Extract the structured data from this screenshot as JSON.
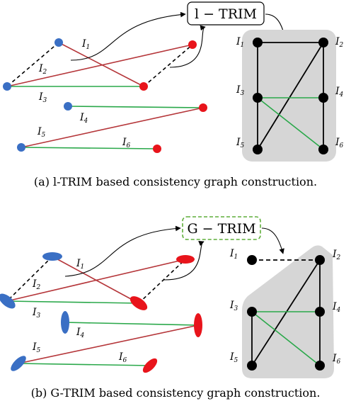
{
  "panel_a": {
    "box_label": "l − TRIM",
    "caption": "(a)  l-TRIM based consistency graph construction.",
    "correspondences": [
      {
        "name": "I1",
        "sub": "1",
        "src": [
          83,
          60
        ],
        "dst": [
          203,
          122
        ],
        "match": "red"
      },
      {
        "name": "I2",
        "sub": "2",
        "src": [
          10,
          122
        ],
        "dst": [
          272,
          63
        ],
        "match": "red"
      },
      {
        "name": "I3",
        "sub": "3",
        "src": [
          10,
          122
        ],
        "dst": [
          203,
          122
        ],
        "match": "green"
      },
      {
        "name": "I4",
        "sub": "4",
        "src": [
          96,
          150
        ],
        "dst": [
          287,
          152
        ],
        "match": "green"
      },
      {
        "name": "I5",
        "sub": "5",
        "src": [
          30,
          208
        ],
        "dst": [
          287,
          152
        ],
        "match": "red"
      },
      {
        "name": "I6",
        "sub": "6",
        "src": [
          30,
          208
        ],
        "dst": [
          222,
          210
        ],
        "match": "green"
      }
    ],
    "graph_nodes": [
      {
        "label": "I1",
        "sub": "1"
      },
      {
        "label": "I2",
        "sub": "2"
      },
      {
        "label": "I3",
        "sub": "3"
      },
      {
        "label": "I4",
        "sub": "4"
      },
      {
        "label": "I5",
        "sub": "5"
      },
      {
        "label": "I6",
        "sub": "6"
      }
    ]
  },
  "panel_b": {
    "box_label": "G − TRIM",
    "caption": "(b)  G-TRIM based consistency graph construction.",
    "graph_nodes": [
      {
        "label": "I1",
        "sub": "1"
      },
      {
        "label": "I2",
        "sub": "2"
      },
      {
        "label": "I3",
        "sub": "3"
      },
      {
        "label": "I4",
        "sub": "4"
      },
      {
        "label": "I5",
        "sub": "5"
      },
      {
        "label": "I6",
        "sub": "6"
      }
    ]
  },
  "colors": {
    "blue": "#3a6fc4",
    "red": "#e8141b",
    "dark_red": "#b5363a",
    "green": "#2aa84a",
    "gray_hull": "#d6d6d6",
    "dashed_green": "#5fae3a"
  }
}
